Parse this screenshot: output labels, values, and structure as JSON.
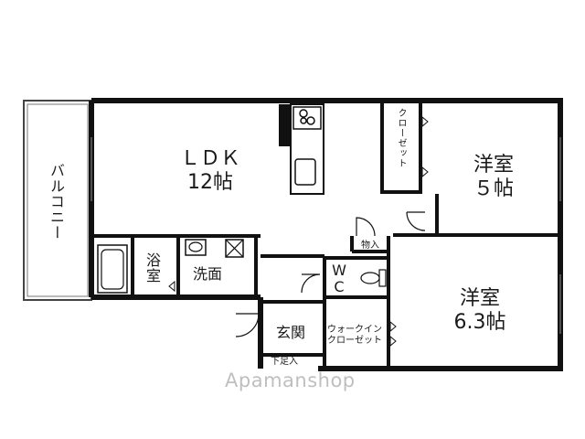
{
  "rooms": {
    "balcony": "バルコニー",
    "ldk": {
      "name": "ＬＤＫ",
      "size": "12帖"
    },
    "closet": "クローゼット",
    "western1": {
      "name": "洋室",
      "size": "５帖"
    },
    "storage": "物入",
    "bath": "浴室",
    "washroom": "洗面",
    "wc_line1": "W",
    "wc_line2": "C",
    "western2": {
      "name": "洋室",
      "size": "6.3帖"
    },
    "entrance": "玄関",
    "shoe_box": "下足入",
    "walkin": {
      "line1": "ウォークイン",
      "line2": "クローゼット"
    }
  },
  "watermark": "Apamanshop",
  "colors": {
    "wall": "#111111",
    "outline": "#555555",
    "watermark": "#bfbfbf"
  }
}
